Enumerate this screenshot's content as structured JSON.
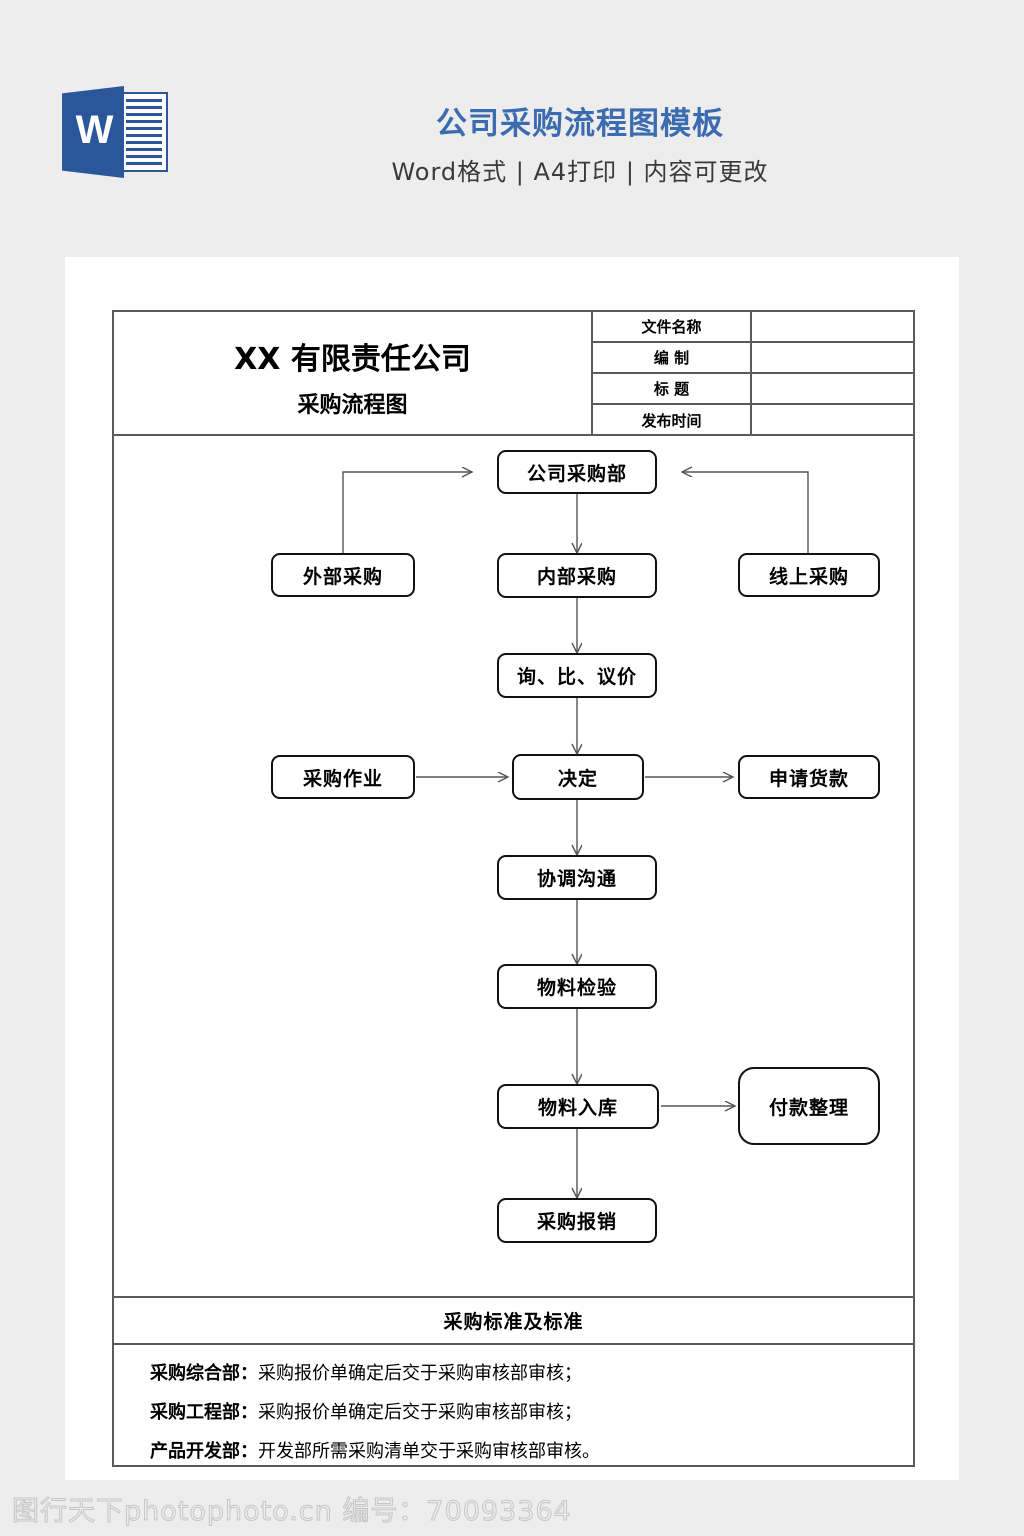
{
  "banner": {
    "logo_icon": "word-document-icon",
    "logo_letter": "W",
    "title": "公司采购流程图模板",
    "subtitle": "Word格式 | A4打印 | 内容可更改",
    "title_color": "#3C6CB0"
  },
  "document": {
    "company_name": "XX 有限责任公司",
    "doc_title": "采购流程图",
    "meta_rows": [
      {
        "label": "文件名称",
        "value": ""
      },
      {
        "label": "编    制",
        "value": ""
      },
      {
        "label": "标    题",
        "value": ""
      },
      {
        "label": "发布时间",
        "value": ""
      }
    ]
  },
  "flowchart": {
    "type": "flowchart",
    "nodes": [
      {
        "id": "n1",
        "label": "公司采购部"
      },
      {
        "id": "n2",
        "label": "外部采购"
      },
      {
        "id": "n3",
        "label": "内部采购"
      },
      {
        "id": "n4",
        "label": "线上采购"
      },
      {
        "id": "n5",
        "label": "询、比、议价"
      },
      {
        "id": "n6",
        "label": "采购作业"
      },
      {
        "id": "n7",
        "label": "决定"
      },
      {
        "id": "n8",
        "label": "申请货款"
      },
      {
        "id": "n9",
        "label": "协调沟通"
      },
      {
        "id": "n10",
        "label": "物料检验"
      },
      {
        "id": "n11",
        "label": "物料入库"
      },
      {
        "id": "n12",
        "label": "付款整理"
      },
      {
        "id": "n13",
        "label": "采购报销"
      }
    ],
    "edges": [
      {
        "from": "n2",
        "to": "n1",
        "style": "elbow-up-right"
      },
      {
        "from": "n4",
        "to": "n1",
        "style": "elbow-up-left"
      },
      {
        "from": "n1",
        "to": "n3",
        "style": "straight-down"
      },
      {
        "from": "n3",
        "to": "n5",
        "style": "straight-down"
      },
      {
        "from": "n5",
        "to": "n7",
        "style": "straight-down"
      },
      {
        "from": "n6",
        "to": "n7",
        "style": "straight-right"
      },
      {
        "from": "n7",
        "to": "n8",
        "style": "straight-right"
      },
      {
        "from": "n7",
        "to": "n9",
        "style": "straight-down"
      },
      {
        "from": "n9",
        "to": "n10",
        "style": "straight-down"
      },
      {
        "from": "n10",
        "to": "n11",
        "style": "straight-down"
      },
      {
        "from": "n11",
        "to": "n12",
        "style": "straight-right"
      },
      {
        "from": "n11",
        "to": "n13",
        "style": "straight-down"
      }
    ]
  },
  "standards": {
    "title": "采购标准及标准",
    "lines": [
      {
        "dept": "采购综合部：",
        "text": "采购报价单确定后交于采购审核部审核；"
      },
      {
        "dept": "采购工程部：",
        "text": "采购报价单确定后交于采购审核部审核；"
      },
      {
        "dept": "产品开发部：",
        "text": "开发部所需采购清单交于采购审核部审核。"
      }
    ]
  },
  "watermark": {
    "text": "图行天下photophoto.cn 编号：70093364"
  }
}
